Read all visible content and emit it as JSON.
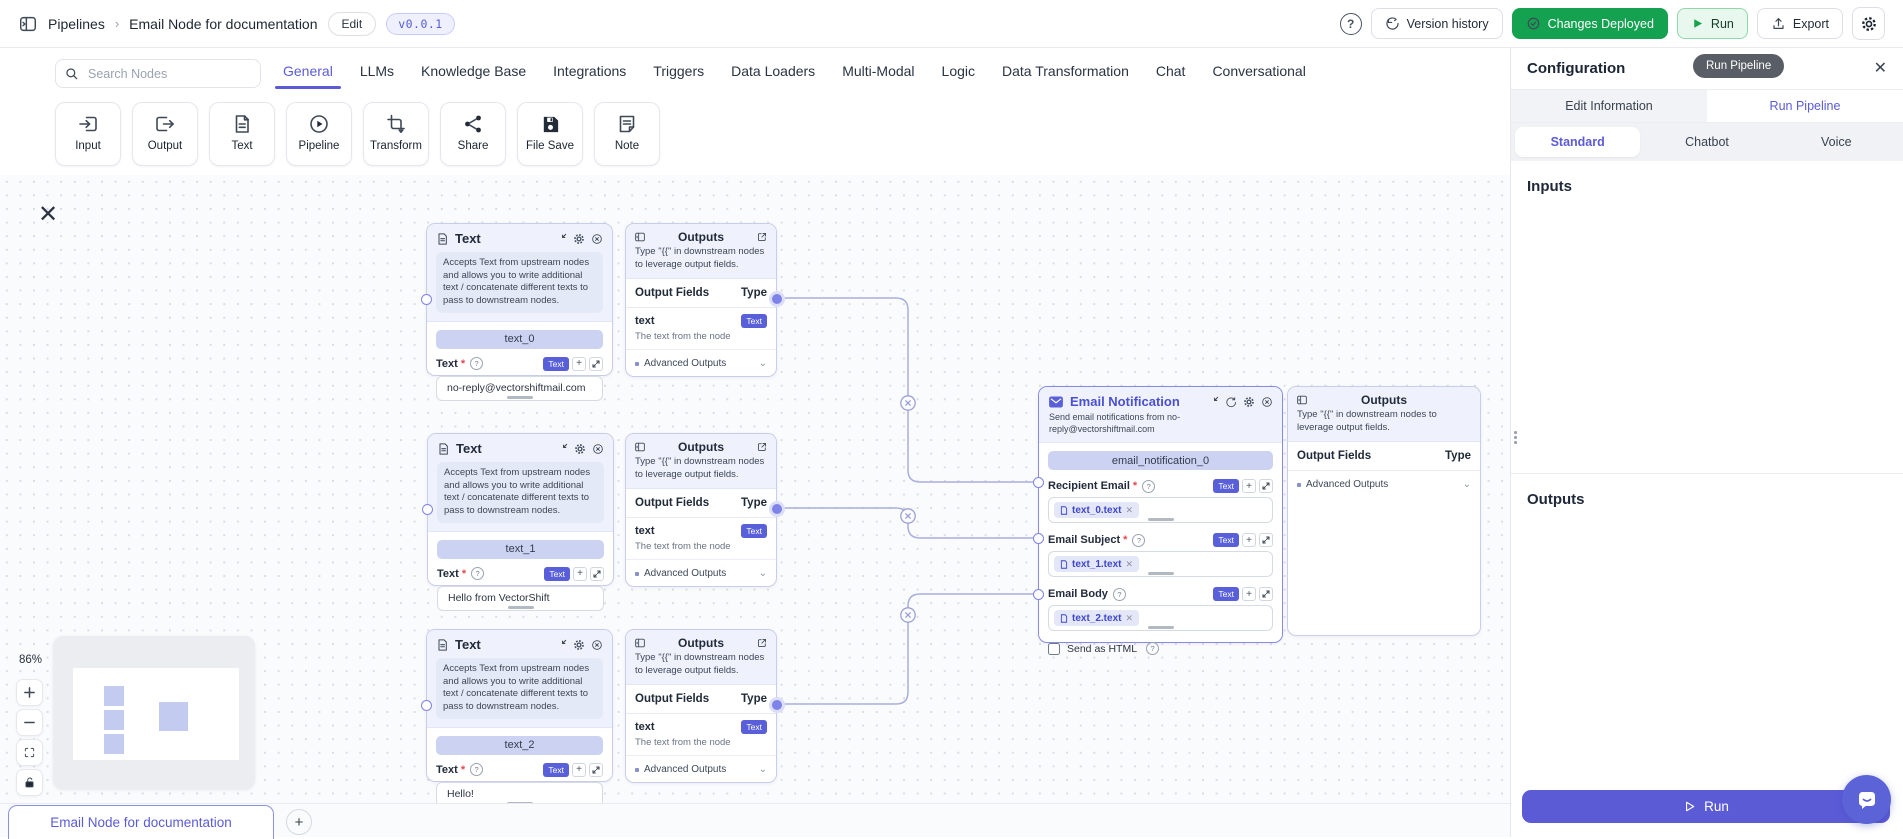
{
  "topbar": {
    "breadcrumb": "Pipelines",
    "breadcrumb_sep": "›",
    "title": "Email Node for documentation",
    "edit_label": "Edit",
    "version_badge": "v0.0.1",
    "help_glyph": "?",
    "version_history_label": "Version history",
    "changes_deployed_label": "Changes Deployed",
    "run_label": "Run",
    "export_label": "Export"
  },
  "palette": {
    "search_placeholder": "Search Nodes",
    "tabs": [
      "General",
      "LLMs",
      "Knowledge Base",
      "Integrations",
      "Triggers",
      "Data Loaders",
      "Multi-Modal",
      "Logic",
      "Data Transformation",
      "Chat",
      "Conversational"
    ],
    "active_tab": "General",
    "cards": [
      "Input",
      "Output",
      "Text",
      "Pipeline",
      "Transform",
      "Share",
      "File Save",
      "Note"
    ]
  },
  "canvas": {
    "zoom_level": "86%",
    "required_marker": "*",
    "text_node_title": "Text",
    "text_node_desc": "Accepts Text from upstream nodes and allows you to write additional text / concatenate different texts to pass to downstream nodes.",
    "field_label": "Text",
    "type_badge": "Text",
    "text_nodes": [
      {
        "pill": "text_0",
        "value": "no-reply@vectorshiftmail.com"
      },
      {
        "pill": "text_1",
        "value": "Hello from VectorShift"
      },
      {
        "pill": "text_2",
        "value": "Hello!"
      }
    ],
    "outputs_node": {
      "title": "Outputs",
      "desc": "Type \"{{\" in downstream nodes to leverage output fields.",
      "fields_header": "Output Fields",
      "type_header": "Type",
      "row_name": "text",
      "row_type": "Text",
      "row_desc": "The text from the node",
      "advanced_label": "Advanced Outputs"
    },
    "email_node": {
      "title": "Email Notification",
      "desc": "Send email notifications from no-reply@vectorshiftmail.com",
      "pill": "email_notification_0",
      "fields": [
        {
          "label": "Recipient Email",
          "required": "*",
          "chip": "text_0.text"
        },
        {
          "label": "Email Subject",
          "required": "*",
          "chip": "text_1.text"
        },
        {
          "label": "Email Body",
          "required": "",
          "chip": "text_2.text"
        }
      ],
      "send_as_html_label": "Send as HTML",
      "chip_remove_glyph": "✕"
    }
  },
  "config": {
    "title": "Configuration",
    "tooltip": "Run Pipeline",
    "close_glyph": "✕",
    "tab_edit": "Edit Information",
    "tab_run": "Run Pipeline",
    "subtab_standard": "Standard",
    "subtab_chatbot": "Chatbot",
    "subtab_voice": "Voice",
    "inputs_heading": "Inputs",
    "outputs_heading": "Outputs",
    "run_button_label": "Run"
  },
  "bottombar": {
    "tab_label": "Email Node for documentation",
    "add_label": "+"
  },
  "colors": {
    "accent": "#5b5bd6",
    "deployed_green": "#14a150",
    "node_border": "#c9cdec",
    "selected_node_border": "#868ce4",
    "canvas_bg": "#fafbfd"
  },
  "icons": [
    "sidebar-toggle-icon",
    "chevron-icon",
    "help-icon",
    "history-icon",
    "check-circle-icon",
    "play-icon",
    "export-icon",
    "gear-icon",
    "search-icon",
    "input-icon",
    "output-icon",
    "file-text-icon",
    "play-circle-icon",
    "crop-icon",
    "share-icon",
    "floppy-icon",
    "note-icon",
    "minimize-icon",
    "close-circle-icon",
    "panel-icon",
    "external-link-icon",
    "mail-icon",
    "refresh-icon",
    "question-icon",
    "plus-icon",
    "expand-icon",
    "chip-doc-icon",
    "remove-x-icon",
    "checkbox",
    "junction-x-icon",
    "zoom-in-icon",
    "zoom-out-icon",
    "fit-view-icon",
    "lock-open-icon",
    "chat-bubble-icon",
    "drag-handle-icon",
    "chevron-down-icon"
  ]
}
